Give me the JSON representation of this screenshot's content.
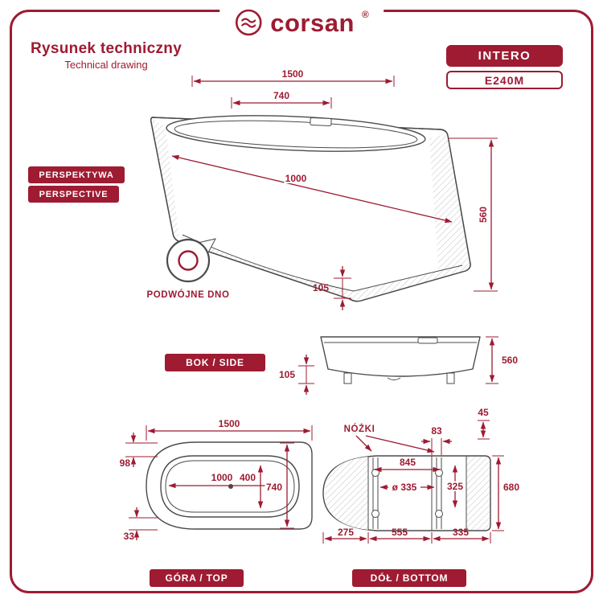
{
  "colors": {
    "accent": "#9E1B32",
    "line": "#4B4B4B"
  },
  "brand": {
    "name": "corsan",
    "reg": "®"
  },
  "header": {
    "title": "Rysunek techniczny",
    "subtitle": "Technical drawing",
    "series": "INTERO",
    "model": "E240M"
  },
  "view_labels": {
    "perspective_pl": "PERSPEKTYWA",
    "perspective_en": "PERSPECTIVE",
    "side": "BOK / SIDE",
    "top": "GÓRA / TOP",
    "bottom": "DÓŁ / BOTTOM",
    "double_bottom": "PODWÓJNE DNO",
    "feet": "NÓŻKI"
  },
  "dims": {
    "persp_length": "1500",
    "persp_inner": "740",
    "persp_diag": "1000",
    "persp_height": "560",
    "persp_base": "105",
    "side_height": "560",
    "side_base": "105",
    "top_length": "1500",
    "top_inner_length": "1000",
    "top_inner_width": "400",
    "top_width": "740",
    "top_rim_a": "98",
    "top_rim_b": "33",
    "bot_feet_gap": "83",
    "bot_corner": "45",
    "bot_feet_span": "845",
    "bot_drain": "ø 335",
    "bot_rail": "325",
    "bot_height": "680",
    "bot_a": "275",
    "bot_b": "555",
    "bot_c": "335"
  }
}
